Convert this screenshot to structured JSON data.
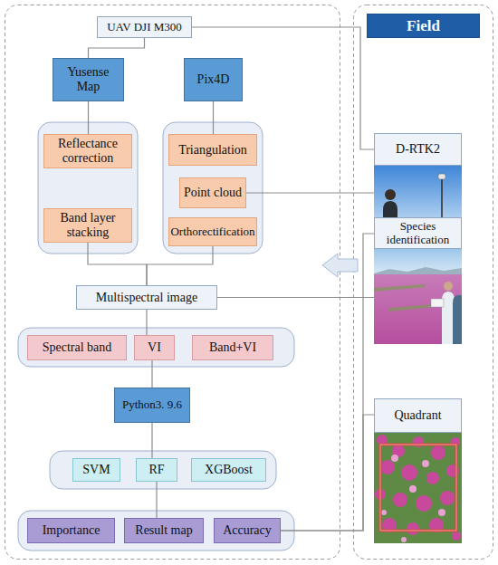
{
  "diagram": {
    "nodes": [
      {
        "text": [
          "UAV DJI M300"
        ]
      },
      {
        "text": [
          "Field"
        ]
      },
      {
        "text": [
          "Yusense Map"
        ]
      },
      {
        "text": [
          "Pix4D"
        ]
      },
      {
        "text": [
          "D-RTK2"
        ]
      },
      {
        "text": [
          "Reflectance correction"
        ]
      },
      {
        "text": [
          "Band layer stacking"
        ]
      },
      {
        "text": [
          "Triangulation"
        ]
      },
      {
        "text": [
          "Point cloud"
        ]
      },
      {
        "text": [
          "Orthorectification"
        ]
      },
      {
        "text": [
          "Species identification"
        ]
      },
      {
        "text": [
          "Multispectral image"
        ]
      },
      {
        "text": [
          "Spectral band"
        ]
      },
      {
        "text": [
          "VI"
        ]
      },
      {
        "text": [
          "Band+VI"
        ]
      },
      {
        "text": [
          "Python3. 9.6"
        ]
      },
      {
        "text": [
          "SVM"
        ]
      },
      {
        "text": [
          "RF"
        ]
      },
      {
        "text": [
          "XGBoost"
        ]
      },
      {
        "text": [
          "Quadrant"
        ]
      },
      {
        "text": [
          "Importance"
        ]
      },
      {
        "text": [
          "Result map"
        ]
      },
      {
        "text": [
          "Accuracy"
        ]
      }
    ],
    "edges": [
      {
        "from": 0,
        "to": 2,
        "arrow": "none"
      },
      {
        "from": 0,
        "to": 4,
        "arrow": "none"
      },
      {
        "from": 2,
        "to": 5,
        "arrow": "none"
      },
      {
        "from": 3,
        "to": 7,
        "arrow": "none"
      },
      {
        "from": 6,
        "to": 11,
        "arrow": "none"
      },
      {
        "from": 9,
        "to": 11,
        "arrow": "none"
      },
      {
        "from": 4,
        "to": 8,
        "arrow": "none"
      },
      {
        "from": 11,
        "to": 10,
        "arrow": "none"
      },
      {
        "from": 11,
        "to": 13,
        "arrow": "none"
      },
      {
        "from": 13,
        "to": 15,
        "arrow": "none"
      },
      {
        "from": 15,
        "to": 17,
        "arrow": "none"
      },
      {
        "from": 17,
        "to": 21,
        "arrow": "none"
      },
      {
        "from": 10,
        "to": 22,
        "arrow": "none"
      },
      {
        "from": 19,
        "to": 22,
        "arrow": "none"
      }
    ]
  }
}
